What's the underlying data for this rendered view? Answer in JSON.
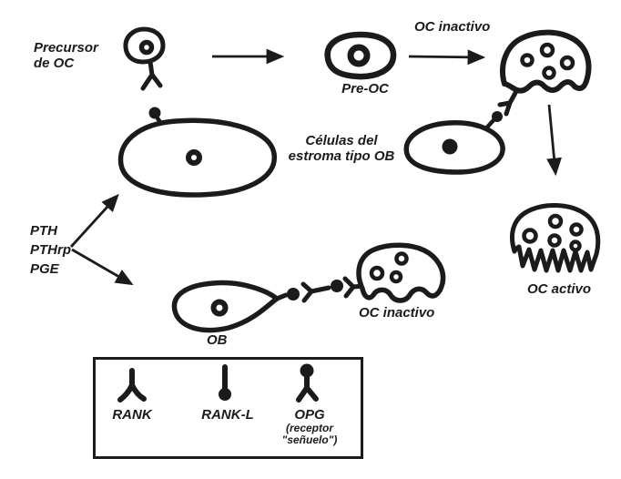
{
  "labels": {
    "precursor_line1": "Precursor",
    "precursor_line2": "de OC",
    "pre_oc": "Pre-OC",
    "oc_inactive_top": "OC inactivo",
    "stroma_line1": "Células del",
    "stroma_line2": "estroma tipo OB",
    "stimulus_1": "PTH",
    "stimulus_2": "PTHrp",
    "stimulus_3": "PGE",
    "oc_active": "OC activo",
    "ob": "OB",
    "oc_inactive_bottom": "OC inactivo"
  },
  "legend": {
    "items": [
      {
        "icon": "rank-receptor-icon",
        "label": "RANK"
      },
      {
        "icon": "rank-l-ligand-icon",
        "label": "RANK-L"
      },
      {
        "icon": "opg-decoy-receptor-icon",
        "label": "OPG",
        "note_line1": "(receptor",
        "note_line2": "\"señuelo\")"
      }
    ]
  },
  "colors": {
    "ink": "#1b1b1b",
    "background": "#ffffff"
  }
}
